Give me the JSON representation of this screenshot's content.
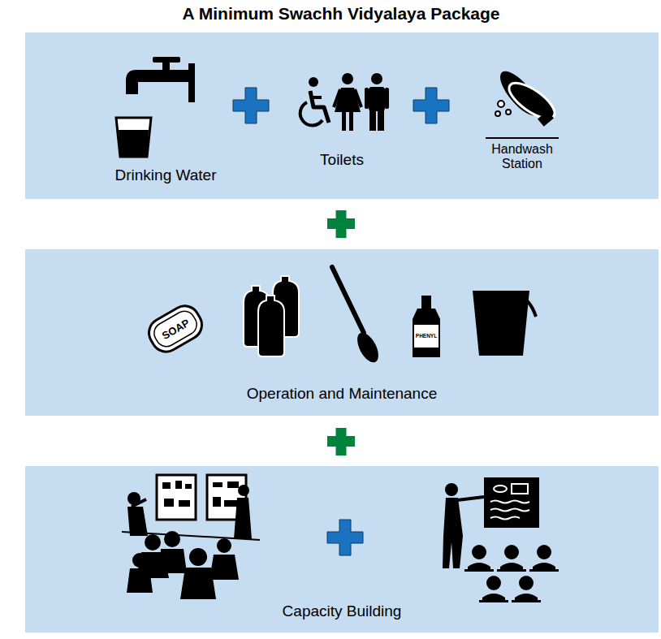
{
  "diagram": {
    "title": "A Minimum Swachh Vidyalaya Package",
    "nodes": [
      {
        "text": [
          "Drinking Water",
          "Toilets",
          "Handwash Station"
        ]
      },
      {
        "text": [
          "Operation and Maintenance"
        ]
      },
      {
        "text": [
          "Capacity Building"
        ]
      }
    ],
    "labels": [
      "SOAP",
      "PHENYL"
    ]
  }
}
